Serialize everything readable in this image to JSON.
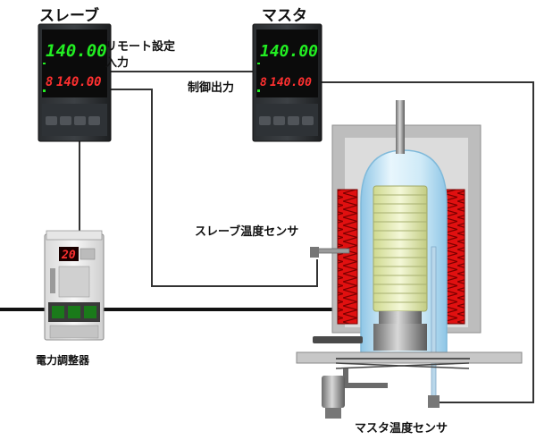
{
  "labels": {
    "slave_title": "スレーブ",
    "master_title": "マスタ",
    "remote_input_line1": "リモート設定",
    "remote_input_line2": "入力",
    "control_output": "制御出力",
    "slave_sensor": "スレーブ温度センサ",
    "master_sensor": "マスタ温度センサ",
    "power_regulator": "電力調整器"
  },
  "controllers": {
    "slave": {
      "pv": "140.00",
      "sv_prefix": "8",
      "sv": "140.00"
    },
    "master": {
      "pv": "140.00",
      "sv_prefix": "8",
      "sv": "140.00"
    }
  },
  "regulator": {
    "display": "20"
  },
  "colors": {
    "heater_red": "#e01010",
    "display_green": "#22ee22",
    "display_red": "#ff3030",
    "wire": "#333333",
    "chamber_gray": "#bdbdbd",
    "glass_blue": "#bfe4f5"
  }
}
